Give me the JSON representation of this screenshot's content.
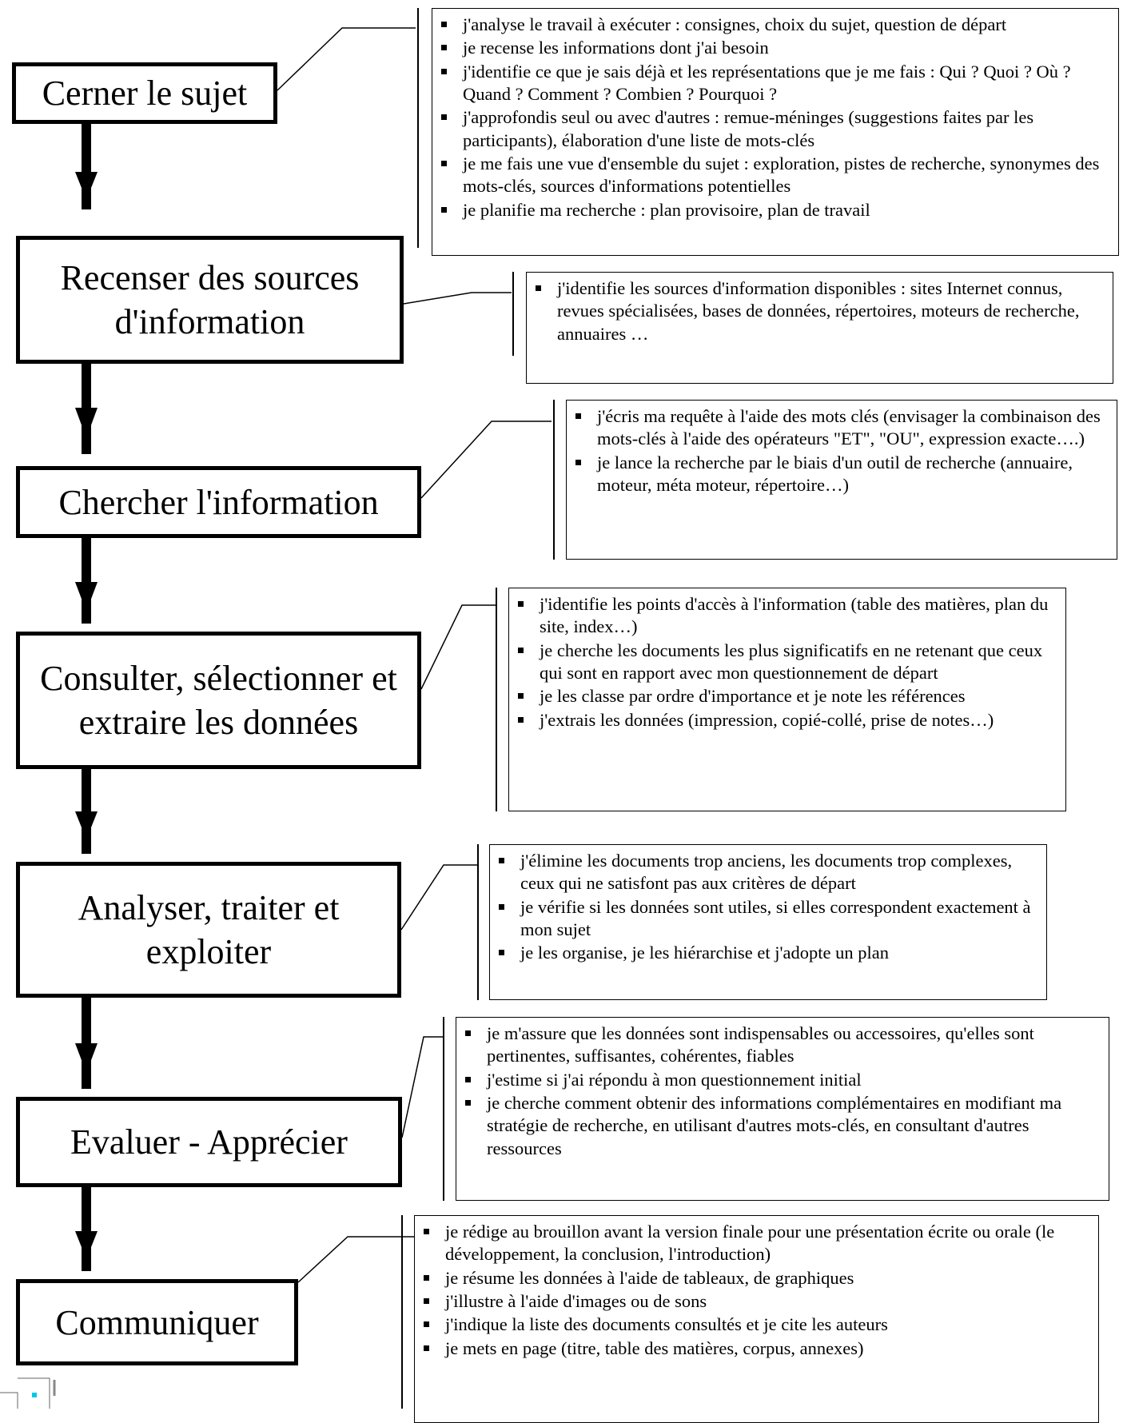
{
  "steps": [
    {
      "title": "Cerner le sujet",
      "bullets": [
        "j'analyse le travail à exécuter : consignes, choix du sujet, question de départ",
        "je recense les informations dont j'ai besoin",
        "j'identifie ce que je sais déjà et les représentations que je me fais : Qui ? Quoi ? Où ? Quand ? Comment ? Combien ? Pourquoi ?",
        "j'approfondis seul ou avec d'autres : remue-méninges (suggestions faites par les participants), élaboration d'une liste de mots-clés",
        "je me fais une vue d'ensemble du sujet : exploration, pistes de recherche, synonymes des mots-clés, sources d'informations potentielles",
        "je planifie ma recherche : plan provisoire, plan de travail"
      ]
    },
    {
      "title": "Recenser des sources d'information",
      "bullets": [
        "j'identifie les sources d'information disponibles : sites Internet connus, revues spécialisées, bases de données, répertoires, moteurs de recherche, annuaires …"
      ]
    },
    {
      "title": "Chercher l'information",
      "bullets": [
        "j'écris ma requête à l'aide des mots clés (envisager la combinaison des mots-clés à l'aide des opérateurs \"ET\", \"OU\", expression exacte….)",
        "je lance la recherche par le biais d'un outil de recherche (annuaire, moteur, méta moteur, répertoire…)"
      ]
    },
    {
      "title": "Consulter, sélectionner et extraire les données",
      "bullets": [
        "j'identifie les points d'accès à l'information (table des matières, plan du site, index…)",
        "je cherche les documents les plus significatifs en ne retenant que ceux qui sont en rapport avec mon questionnement de départ",
        "je les classe par ordre d'importance et je note les références",
        "j'extrais les données (impression, copié-collé, prise de notes…)"
      ]
    },
    {
      "title": "Analyser, traiter et exploiter",
      "bullets": [
        "j'élimine les documents trop anciens, les documents trop complexes, ceux qui ne satisfont pas aux critères de départ",
        "je vérifie si les données sont utiles, si elles correspondent exactement à mon sujet",
        "je les organise, je les hiérarchise et j'adopte un plan"
      ]
    },
    {
      "title": "Evaluer - Apprécier",
      "bullets": [
        "je m'assure que les données sont indispensables ou accessoires, qu'elles sont pertinentes, suffisantes, cohérentes, fiables",
        "j'estime si j'ai répondu à mon questionnement initial",
        "je cherche comment obtenir des informations complémentaires en modifiant ma stratégie de recherche, en utilisant d'autres mots-clés, en consultant d'autres ressources"
      ]
    },
    {
      "title": "Communiquer",
      "bullets": [
        "je rédige au brouillon avant la version finale pour une présentation écrite ou orale (le développement, la conclusion, l'introduction)",
        "je résume les données à l'aide de tableaux, de graphiques",
        "j'illustre à l'aide d'images ou de sons",
        "j'indique la liste des documents consultés et je cite les auteurs",
        "je mets en page (titre, table des matières, corpus, annexes)"
      ]
    }
  ],
  "colors": {
    "line": "#000000",
    "corner_accent": "#00c8e8"
  }
}
